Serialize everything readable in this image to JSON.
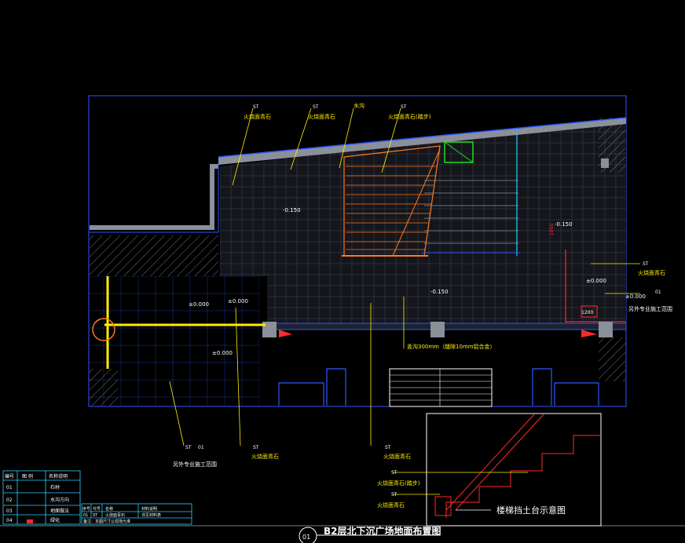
{
  "drawing": {
    "title": "B2层北下沉广场地面布置图",
    "number": "01",
    "inset_caption": "楼梯挡土台示意图"
  },
  "labels": {
    "water_channel": "水沟",
    "stone_flame_blue": "火烧面青石",
    "stone_flame_blue_steps": "火烧面青石(踏步)",
    "soil_wall": "另外专业施工范围",
    "gutter_note": "盖沟300mm（缝隙10mm铝合金）",
    "dim_1200": "1200",
    "dim_1950": "1950"
  },
  "elevations": {
    "e1": "-0.150",
    "e2": "±0.000",
    "e3": "±0.000",
    "e4": "-0.150",
    "e5": "±0.000",
    "e6": "-0.150",
    "e7": "±0.000",
    "e8": "±0.000"
  },
  "callouts": {
    "st": "ST",
    "n01": "01",
    "n02": "02",
    "n03": "03"
  },
  "legend": {
    "headers": [
      "编号",
      "图 例",
      "名称说明"
    ],
    "rows": [
      [
        "01",
        "",
        "石材"
      ],
      [
        "02",
        "",
        "水沟方向"
      ],
      [
        "03",
        "",
        "地面做法"
      ],
      [
        "04",
        "",
        "绿化"
      ]
    ],
    "note_headers": [
      "序号",
      "代号",
      "名称",
      "材料说明"
    ],
    "note_row": [
      "01",
      "ST",
      "火烧面青石",
      "详见材料表"
    ],
    "note_text": "备注：本图尺寸以现场为准"
  },
  "colors": {
    "outline_blue": "#2b59ff",
    "wall_gray": "#8b8f9a",
    "orange": "#ff7a1f",
    "yellow": "#ffee00",
    "red": "#ff2a2a",
    "white": "#ffffff",
    "green": "#22dd22",
    "cyan": "#2ad1ff"
  }
}
